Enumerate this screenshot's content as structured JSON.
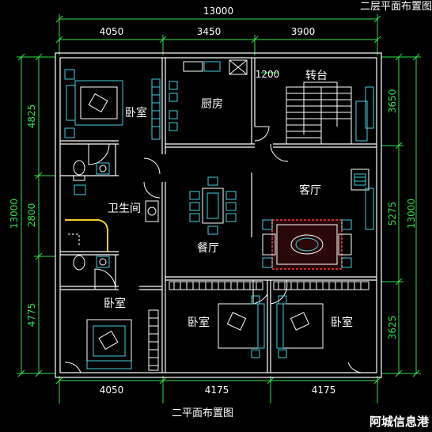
{
  "title_top": "二层平面布置图",
  "title_bottom": "二平面布置图",
  "watermark": "阿城信息港",
  "dims": {
    "top_total": "13000",
    "top_1": "4050",
    "top_2": "3450",
    "top_3": "3900",
    "stair_width": "1200",
    "bottom_1": "4050",
    "bottom_2": "4175",
    "bottom_3": "4175",
    "left_total": "13000",
    "left_1": "4825",
    "left_2": "2800",
    "left_3": "4775",
    "right_total": "13000",
    "right_1": "3650",
    "right_2": "5275",
    "right_3": "3625"
  },
  "rooms": {
    "bedroom_nw": "卧室",
    "kitchen": "厨房",
    "stair": "转台",
    "bathroom": "卫生间",
    "living": "客厅",
    "dining": "餐厅",
    "bedroom_sw": "卧室",
    "bedroom_s1": "卧室",
    "bedroom_s2": "卧室"
  },
  "colors": {
    "background": "#000000",
    "walls": "#ffffff",
    "dimension_green": "#2fe04a",
    "furniture_cyan": "#3fd0e0",
    "wall_yellow": "#f0d020",
    "rug_red": "#c23030"
  }
}
